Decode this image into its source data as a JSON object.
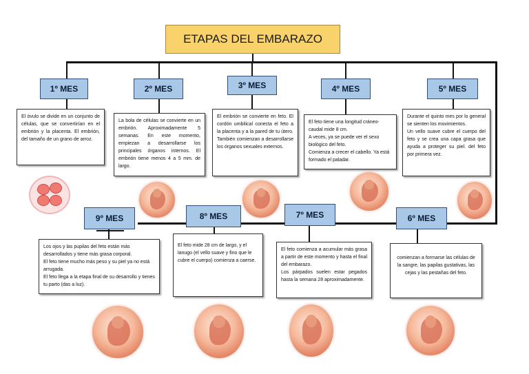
{
  "title": "ETAPAS DEL EMBARAZO",
  "months": {
    "m1": {
      "label": "1º MES",
      "text": [
        "El óvulo se divide en un conjunto de células, que se convertirían en el embrión y la placenta. El embrión, del tamaño de un grano de arroz."
      ]
    },
    "m2": {
      "label": "2º MES",
      "text": [
        "La bola de células se convierte en un embrión. Aproximadamente 5 semanas. En este momento, empiezan a desarrollarse los principales órganos internos. El embrión tiene menos 4 a 5 mm. de largo."
      ]
    },
    "m3": {
      "label": "3º MES",
      "text": [
        "El embrión se convierte en feto. El cordón umbilical conecta el feto a la placenta y a la pared de tu útero. También comienzan a desarrollarse los órganos sexuales externos."
      ]
    },
    "m4": {
      "label": "4º MES",
      "text": [
        "El feto tiene una longitud cráneo-caudal mide 8 cm.",
        "A veces, ya se puede ver el sexo biológico del feto.",
        "Comienza a crecer el cabello. Ya está formado el paladar."
      ]
    },
    "m5": {
      "label": "5º MES",
      "text": [
        "Durante el quinto mes por lo general se sienten los movimientos.",
        "Un vello suave cubre el cuerpo del feto y se crea una capa grasa que ayuda a proteger su piel. del feto por primera vez."
      ]
    },
    "m6": {
      "label": "6º MES",
      "text": [
        "comienzan a formarse las células de la sangre, las papilas gustativas, las cejas y las pestañas del feto."
      ]
    },
    "m7": {
      "label": "7º MES",
      "text": [
        "El feto comienza a acumular más grasa a partir de este momento y hasta el final del embarazo.",
        "Los párpados suelen estar pegados hasta la semana 28 aproximadamente."
      ]
    },
    "m8": {
      "label": "8º MES",
      "text": [
        "El feto mide 28 cm de largo, y el lanugo (el vello suave y fino que le cubre el cuerpo) comienza a caerse."
      ]
    },
    "m9": {
      "label": "9º MES",
      "text": [
        "Los ojos y las pupilas del feto están más desarrollados y tiene más grasa corporal.",
        "El feto tiene mucho más peso y su piel ya no está arrugada.",
        "El feto llega a la etapa final de su desarrollo y tienes tu parto (das a luz)."
      ]
    }
  },
  "colors": {
    "title_bg": "#f8d26a",
    "month_bg": "#a9c8e8",
    "embryo": "#e07c5b"
  }
}
